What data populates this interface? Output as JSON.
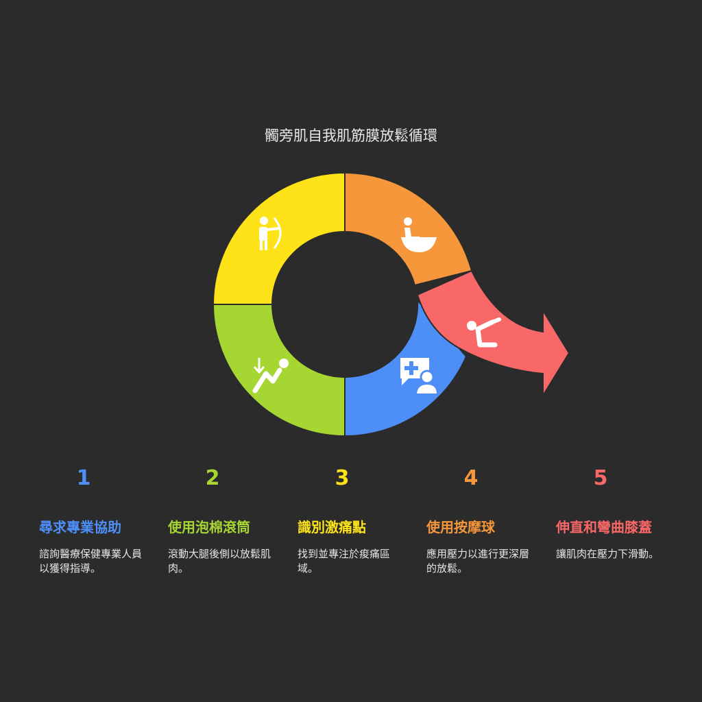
{
  "title": "髑旁肌自我肌筋膜放鬆循環",
  "colors": {
    "blue": "#4d8ef7",
    "green": "#a6d632",
    "yellow": "#fde317",
    "orange": "#f5973a",
    "red": "#f96868",
    "bg": "#2b2b2b"
  },
  "steps": [
    {
      "number": "1",
      "heading": "尋求專業協助",
      "description": "諮詢醫療保健專業人員以獲得指導。",
      "color": "#4d8ef7",
      "icon": "medical-consult-icon"
    },
    {
      "number": "2",
      "heading": "使用泡棉滾筒",
      "description": "滾動大腿後側以放鬆肌肉。",
      "color": "#a6d632",
      "icon": "foam-roll-icon"
    },
    {
      "number": "3",
      "heading": "識別激痛點",
      "description": "找到並專注於痠痛區域。",
      "color": "#fde317",
      "icon": "archer-target-icon"
    },
    {
      "number": "4",
      "heading": "使用按摩球",
      "description": "應用壓力以進行更深層的放鬆。",
      "color": "#f5973a",
      "icon": "massage-ball-icon"
    },
    {
      "number": "5",
      "heading": "伸直和彎曲膝蓋",
      "description": "讓肌肉在壓力下滑動。",
      "color": "#f96868",
      "icon": "knee-bend-icon"
    }
  ]
}
